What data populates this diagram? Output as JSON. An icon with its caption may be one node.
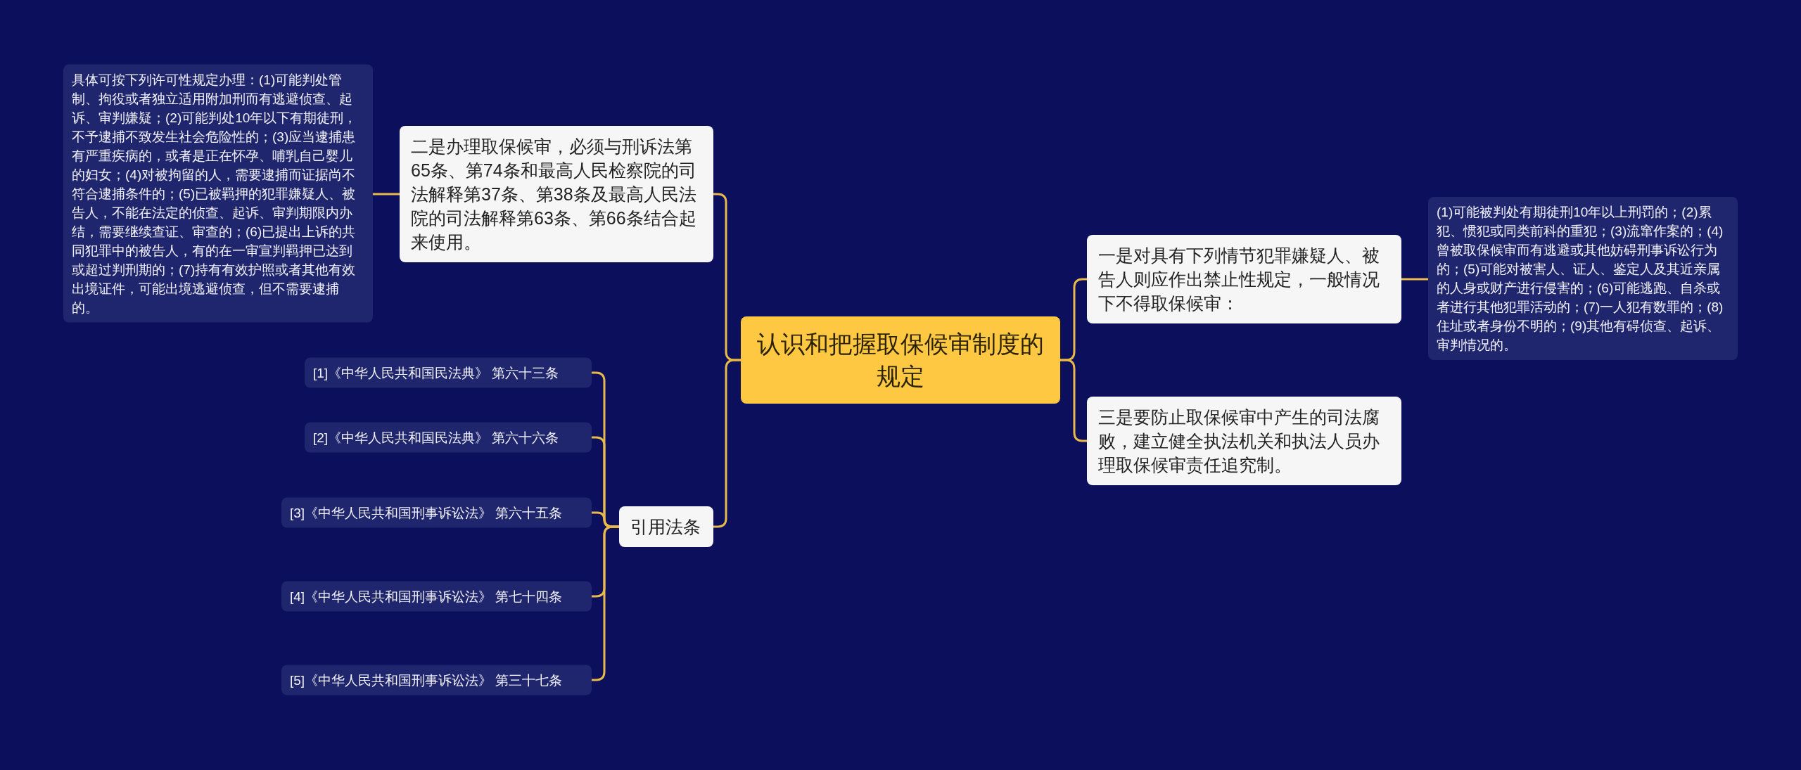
{
  "diagram": {
    "nodes": [
      {
        "text": [
          "认识和把握取保候审制度的规定"
        ]
      },
      {
        "text": [
          "二是办理取保候审，必须与刑诉法第65条、第74条和最高人民检察院的司法解释第37条、第38条及最高人民法院的司法解释第63条、第66条结合起来使用。"
        ]
      },
      {
        "text": [
          "具体可按下列许可性规定办理：(1)可能判处管制、拘役或者独立适用附加刑而有逃避侦查、起诉、审判嫌疑；(2)可能判处10年以下有期徒刑，不予逮捕不致发生社会危险性的；(3)应当逮捕患有严重疾病的，或者是正在怀孕、哺乳自己婴儿的妇女；(4)对被拘留的人，需要逮捕而证据尚不符合逮捕条件的；(5)已被羁押的犯罪嫌疑人、被告人，不能在法定的侦查、起诉、审判期限内办结，需要继续查证、审查的；(6)已提出上诉的共同犯罪中的被告人，有的在一审宣判羁押已达到或超过判刑期的；(7)持有有效护照或者其他有效出境证件，可能出境逃避侦查，但不需要逮捕的。"
        ]
      },
      {
        "text": [
          "引用法条"
        ]
      },
      {
        "text": [
          "[1]《中华人民共和国民法典》 第六十三条"
        ]
      },
      {
        "text": [
          "[2]《中华人民共和国民法典》 第六十六条"
        ]
      },
      {
        "text": [
          "[3]《中华人民共和国刑事诉讼法》 第六十五条"
        ]
      },
      {
        "text": [
          "[4]《中华人民共和国刑事诉讼法》 第七十四条"
        ]
      },
      {
        "text": [
          "[5]《中华人民共和国刑事诉讼法》 第三十七条"
        ]
      },
      {
        "text": [
          "一是对具有下列情节犯罪嫌疑人、被告人则应作出禁止性规定，一般情况下不得取保候审："
        ]
      },
      {
        "text": [
          "(1)可能被判处有期徒刑10年以上刑罚的；(2)累犯、惯犯或同类前科的重犯；(3)流窜作案的；(4)曾被取保候审而有逃避或其他妨碍刑事诉讼行为的；(5)可能对被害人、证人、鉴定人及其近亲属的人身或财产进行侵害的；(6)可能逃跑、自杀或者进行其他犯罪活动的；(7)一人犯有数罪的；(8)住址或者身份不明的；(9)其他有碍侦查、起诉、审判情况的。"
        ]
      },
      {
        "text": [
          "三是要防止取保候审中产生的司法腐败，建立健全执法机关和执法人员办理取保候审责任追究制。"
        ]
      }
    ],
    "edges": [
      {
        "from": 0,
        "to": 1,
        "arrow": "none"
      },
      {
        "from": 1,
        "to": 2,
        "arrow": "none"
      },
      {
        "from": 0,
        "to": 3,
        "arrow": "none"
      },
      {
        "from": 3,
        "to": 4,
        "arrow": "none"
      },
      {
        "from": 3,
        "to": 5,
        "arrow": "none"
      },
      {
        "from": 3,
        "to": 6,
        "arrow": "none"
      },
      {
        "from": 3,
        "to": 7,
        "arrow": "none"
      },
      {
        "from": 3,
        "to": 8,
        "arrow": "none"
      },
      {
        "from": 0,
        "to": 9,
        "arrow": "none"
      },
      {
        "from": 9,
        "to": 10,
        "arrow": "none"
      },
      {
        "from": 0,
        "to": 11,
        "arrow": "none"
      }
    ]
  }
}
